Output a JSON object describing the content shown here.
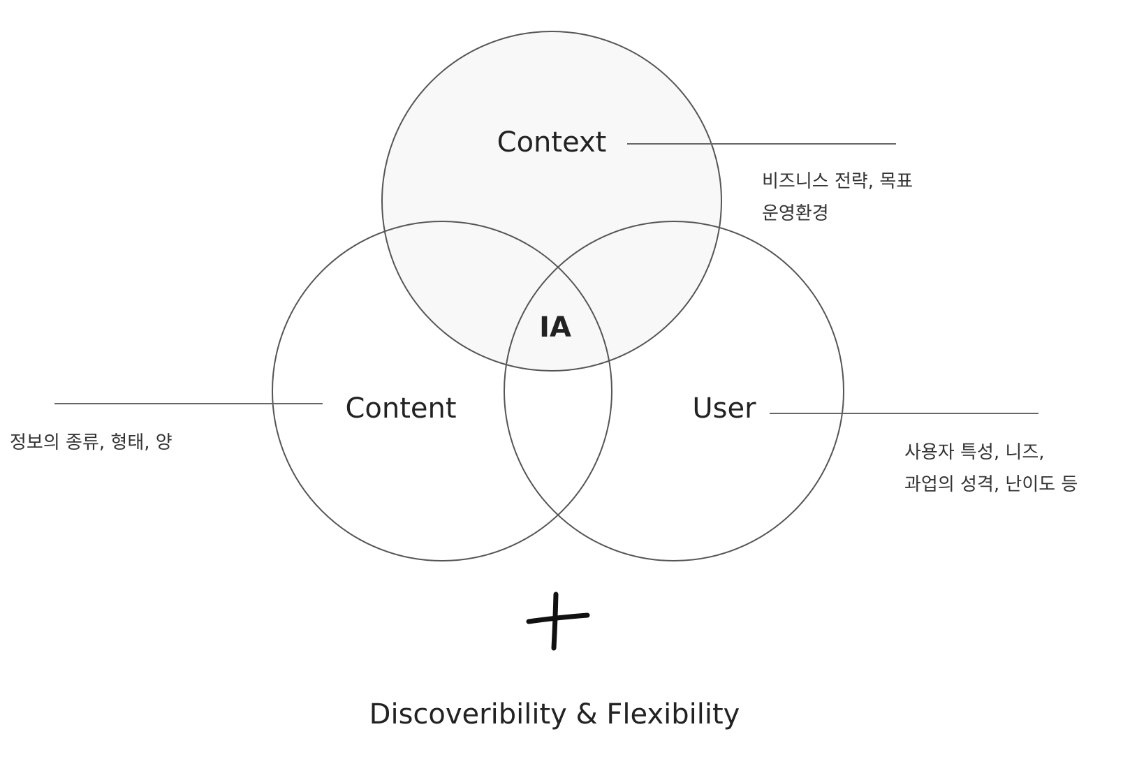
{
  "diagram": {
    "circles": {
      "context": {
        "label": "Context",
        "notes": [
          "비즈니스 전략, 목표",
          "운영환경"
        ],
        "fill_color": "#f8f8f8"
      },
      "content": {
        "label": "Content",
        "notes": [
          "정보의 종류, 형태, 양"
        ]
      },
      "user": {
        "label": "User",
        "notes": [
          "사용자 특성, 니즈,",
          "과업의 성격, 난이도 등"
        ]
      }
    },
    "center_label": "IA",
    "plus_icon": "plus-icon",
    "footer": "Discoveribility & Flexibility",
    "colors": {
      "stroke": "#555555",
      "text": "#222222"
    }
  }
}
